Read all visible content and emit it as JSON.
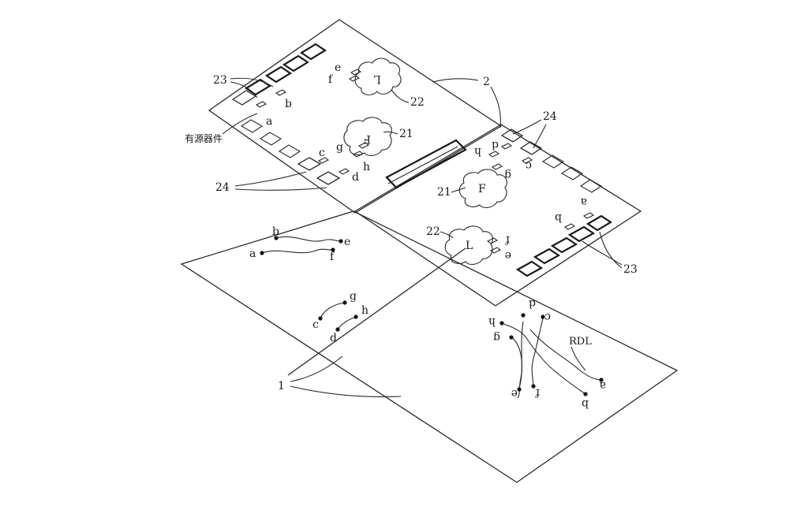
{
  "ref_numerals": {
    "n1": "1",
    "n2": "2",
    "n21_left": "21",
    "n21_right": "21",
    "n22_left": "22",
    "n22_right": "22",
    "n23_left": "23",
    "n23_right": "23",
    "n24_left": "24",
    "n24_right": "24"
  },
  "rdl_label": "RDL",
  "active_device_label": "有源器件",
  "die_labels": {
    "left_upper": "L",
    "left_middle": "F",
    "right_middle": "F",
    "right_lower": "L"
  },
  "left_die_pins": {
    "a": "a",
    "b": "b",
    "c": "c",
    "d": "d",
    "e": "e",
    "f": "f",
    "g": "g",
    "h": "h"
  },
  "right_die_pins": {
    "a": "a",
    "b": "b",
    "c": "c",
    "d": "d",
    "e": "e",
    "f": "f",
    "g": "g",
    "h": "h"
  },
  "left_rdl_pins": {
    "a": "a",
    "b": "b",
    "c": "c",
    "d": "d",
    "e": "e",
    "f": "f",
    "g": "g",
    "h": "h"
  },
  "right_rdl_pins": {
    "a": "a",
    "b": "b",
    "c": "c",
    "d": "d",
    "e": "e",
    "f": "f",
    "g": "g",
    "h": "h"
  }
}
